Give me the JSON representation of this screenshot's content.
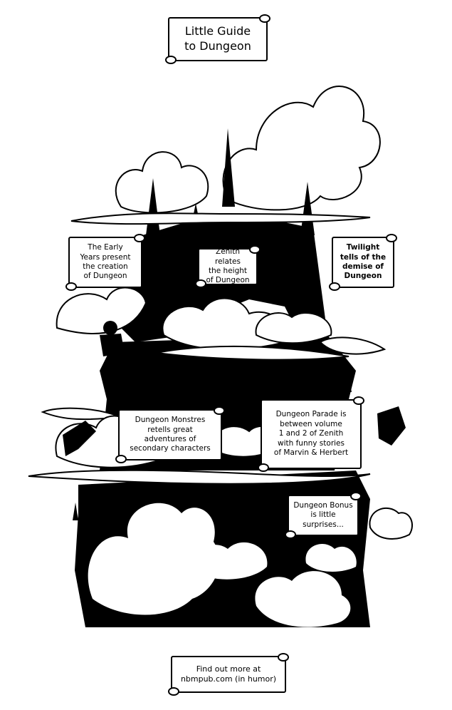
{
  "title": "Little Guide\nto Dungeon",
  "boxes": {
    "early_years": "The Early\nYears present\nthe creation\nof Dungeon",
    "zenith": "Zenith relates\nthe height\nof Dungeon",
    "twilight": "Twilight\ntells of the\ndemise of\nDungeon",
    "monstres": "Dungeon Monstres\nretells great\nadventures of\nsecondary characters",
    "parade": "Dungeon Parade is\nbetween volume\n1 and 2 of Zenith\nwith funny stories\nof Marvin & Herbert",
    "bonus": "Dungeon Bonus\nis little\nsurprises..."
  },
  "footer": "Find out more at\nnbmpub.com (in humor)",
  "colors": {
    "ink": "#000000",
    "paper": "#ffffff"
  }
}
